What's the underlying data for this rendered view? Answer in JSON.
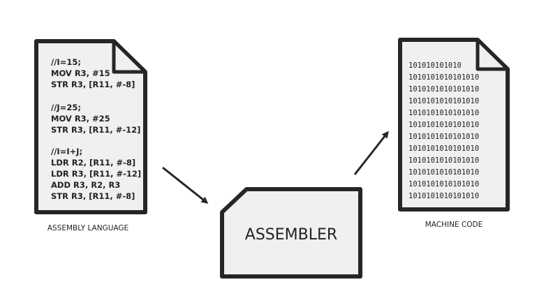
{
  "assembly": {
    "caption": "ASSEMBLY LANGUAGE",
    "lines": [
      "//I=15;",
      "MOV R3, #15",
      "STR R3, [R11, #-8]",
      "",
      "//J=25;",
      "MOV R3, #25",
      "STR R3, [R11, #-12]",
      "",
      "//I=I+J;",
      "LDR R2, [R11, #-8]",
      "LDR R3, [R11, #-12]",
      "ADD R3, R2, R3",
      "STR R3, [R11, #-8]"
    ]
  },
  "assembler": {
    "label": "ASSEMBLER"
  },
  "machine": {
    "caption": "MACHINE CODE",
    "lines": [
      "101010101010",
      "1010101010101010",
      "1010101010101010",
      "1010101010101010",
      "1010101010101010",
      "1010101010101010",
      "1010101010101010",
      "1010101010101010",
      "1010101010101010",
      "1010101010101010",
      "1010101010101010",
      "1010101010101010"
    ]
  },
  "colors": {
    "outline": "#262626",
    "fill": "#f0f0ee",
    "text": "#222222"
  }
}
